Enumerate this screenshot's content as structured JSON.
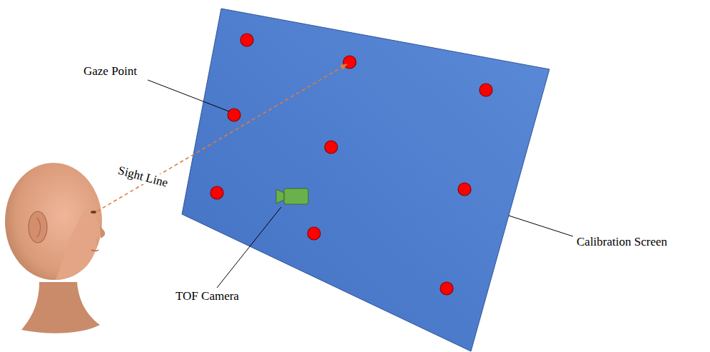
{
  "diagram": {
    "labels": [
      "Gaze Point",
      "Sight Line",
      "TOF Camera",
      "Calibration Screen"
    ]
  }
}
